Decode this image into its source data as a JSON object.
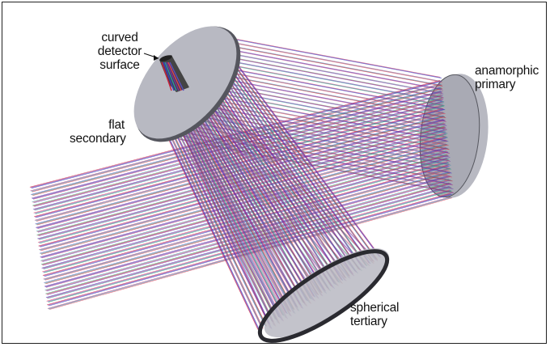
{
  "figure": {
    "colors": {
      "background": "#ffffff",
      "frame": "#222222",
      "mirror_face": "#b8b9c2",
      "mirror_edge": "#55565e",
      "mirror_rim": "#2a2a30",
      "detector": "#444444",
      "ray_palette": [
        "#cc1e3c",
        "#7a2ea0",
        "#3a3fbf",
        "#b0307a",
        "#2d8fa6",
        "#e0405a",
        "#5a4cc0",
        "#2f9e6f"
      ]
    },
    "labels": {
      "detector": "curved\ndetector\nsurface",
      "secondary": "flat\nsecondary",
      "primary": "anamorphic\nprimary",
      "tertiary": "spherical\ntertiary"
    },
    "icons": {
      "leader_arrow": "arrow-pointer"
    }
  }
}
